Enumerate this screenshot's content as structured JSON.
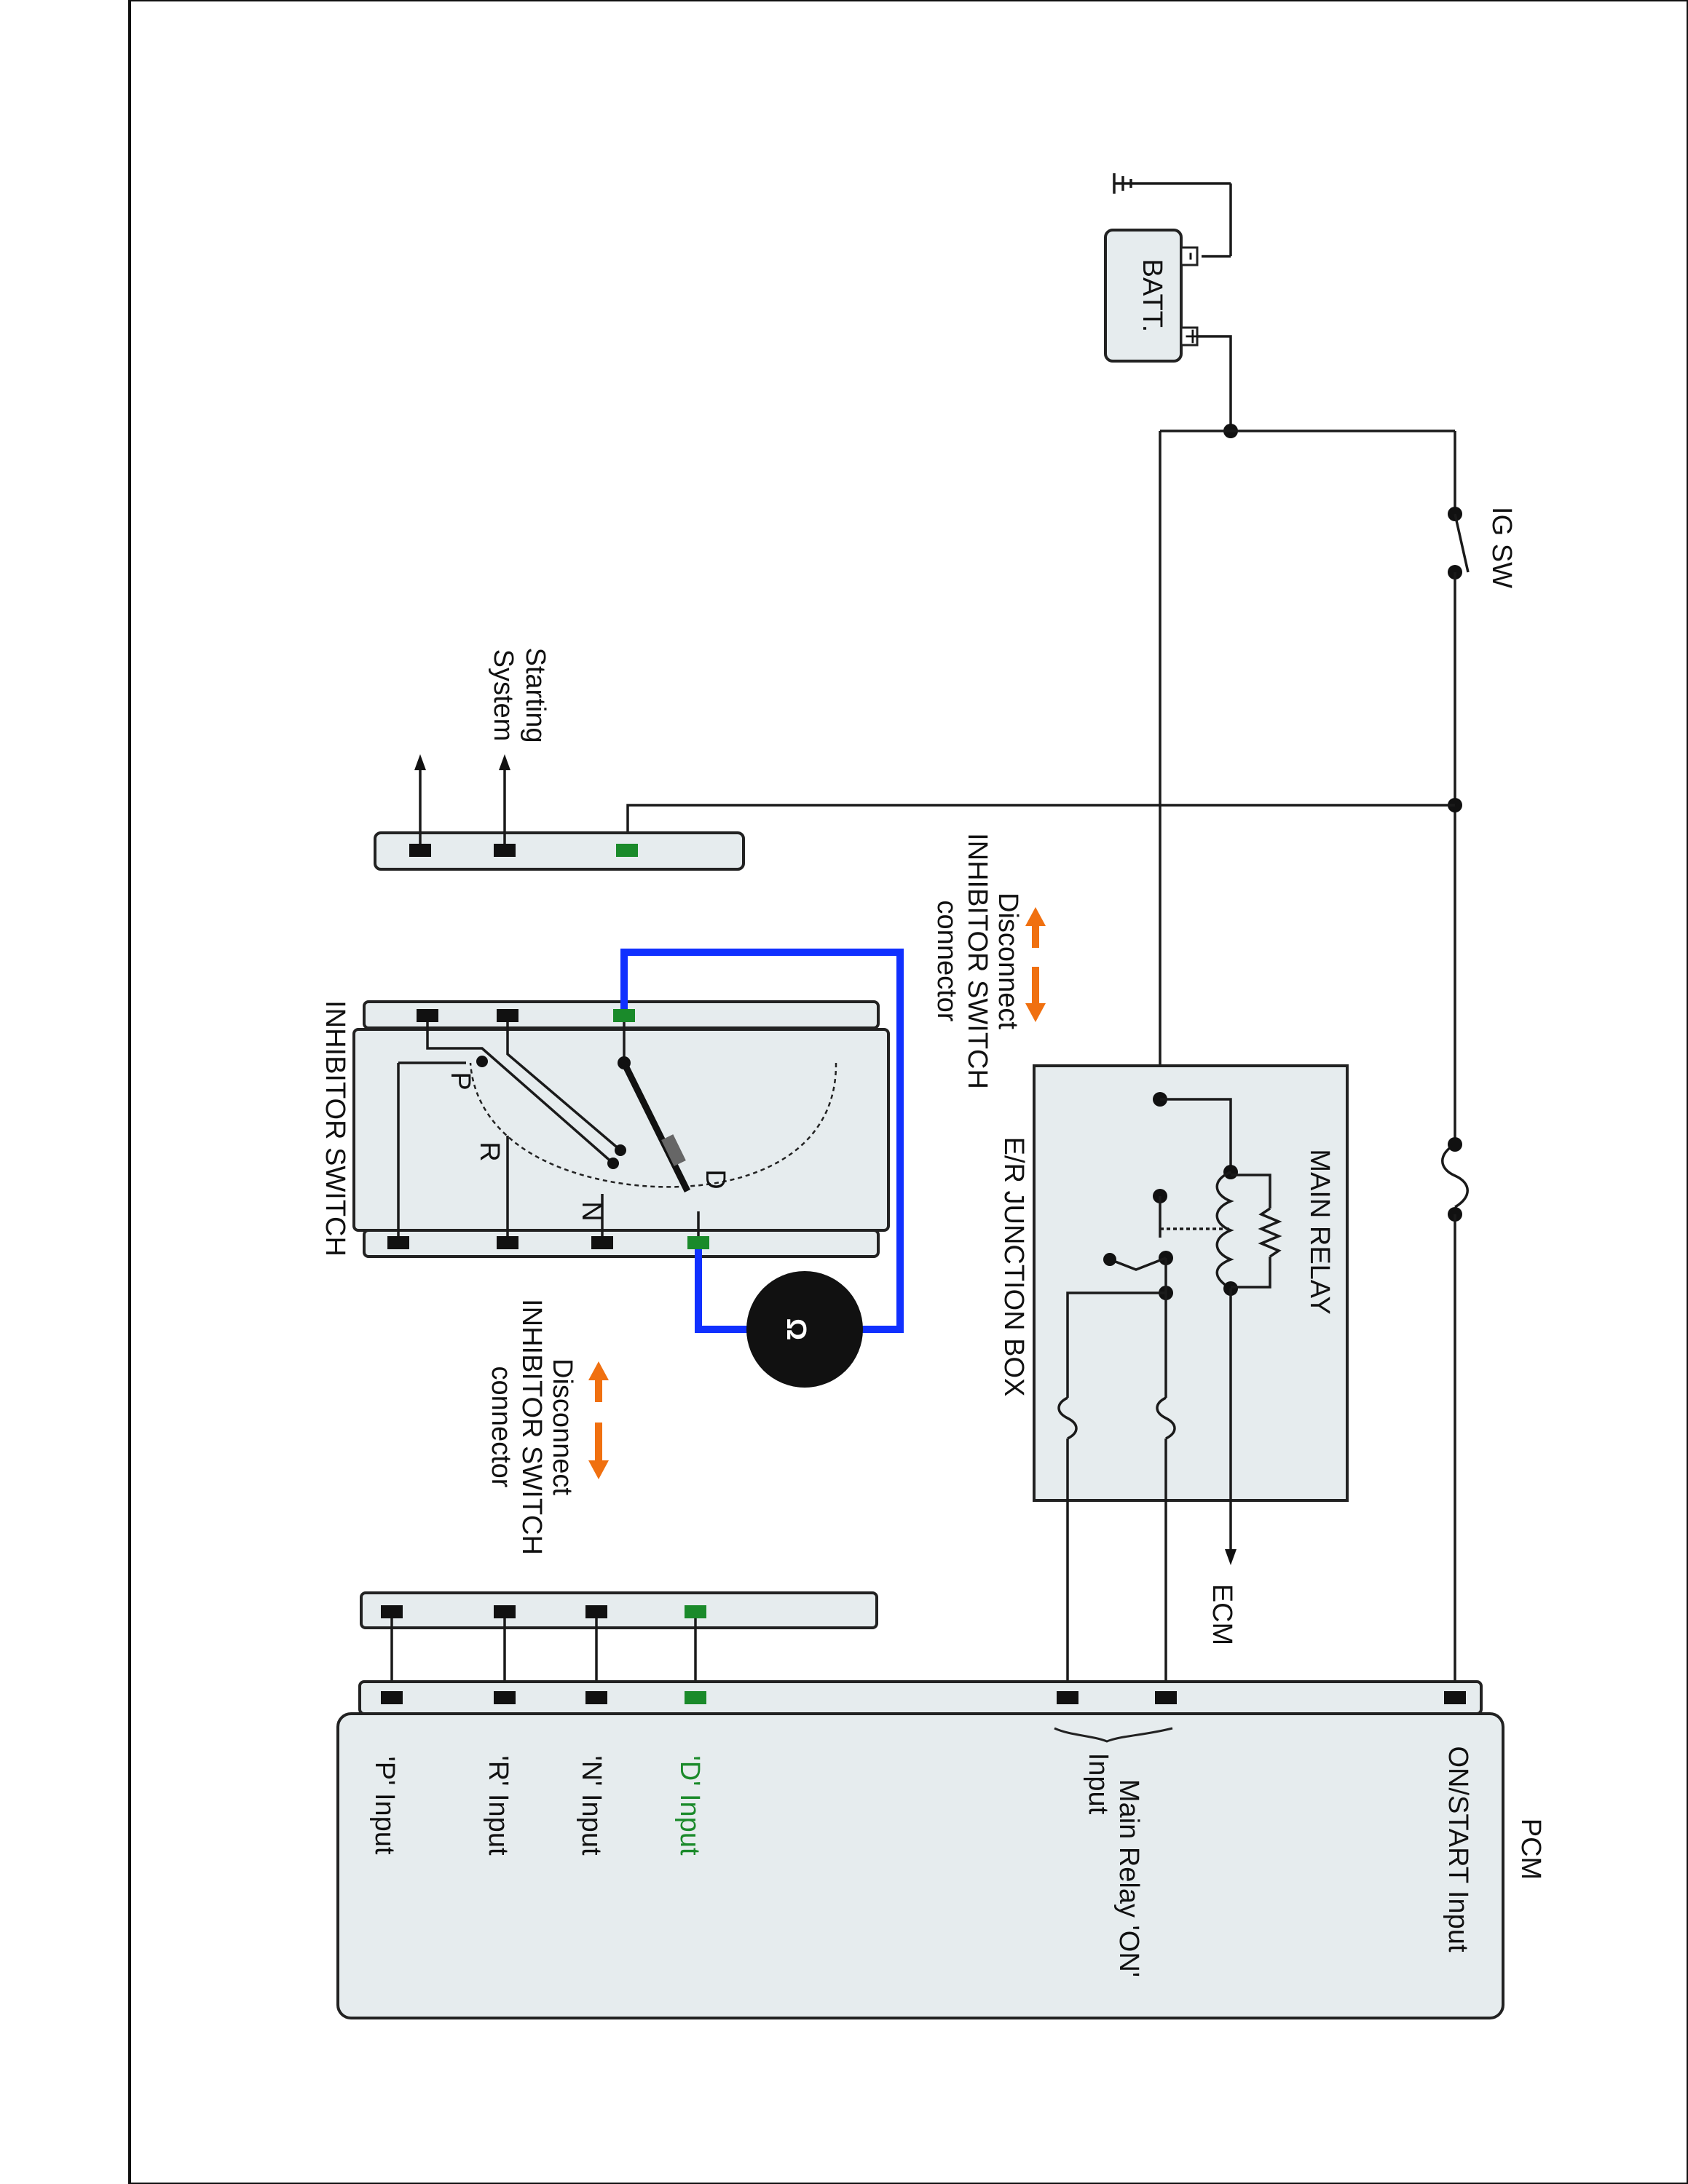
{
  "labels": {
    "batt": "BATT.",
    "ig_sw": "IG SW",
    "main_relay": "MAIN RELAY",
    "er_junction_box": "E/R JUNCTION BOX",
    "ecm": "ECM",
    "starting_system_1": "Starting",
    "starting_system_2": "System",
    "disconnect_1": "Disconnect",
    "disconnect_2": "INHIBITOR SWITCH",
    "disconnect_3": "connector",
    "inhibitor_switch": "INHIBITOR SWITCH",
    "pos_p": "P",
    "pos_r": "R",
    "pos_n": "N",
    "pos_d": "D",
    "pcm": "PCM",
    "on_start_input": "ON/START Input",
    "main_relay_on_1": "Main Relay 'ON'",
    "main_relay_on_2": "Input",
    "d_input": "'D' Input",
    "n_input": "'N' Input",
    "r_input": "'R' Input",
    "p_input": "'P' Input",
    "batt_minus": "-",
    "batt_plus": "+"
  },
  "colors": {
    "wire": "#1a1a1a",
    "measure_wire": "#1030ff",
    "active_pin": "#1a8a2a",
    "arrow": "#f07010",
    "box_fill": "#e6ecee"
  }
}
